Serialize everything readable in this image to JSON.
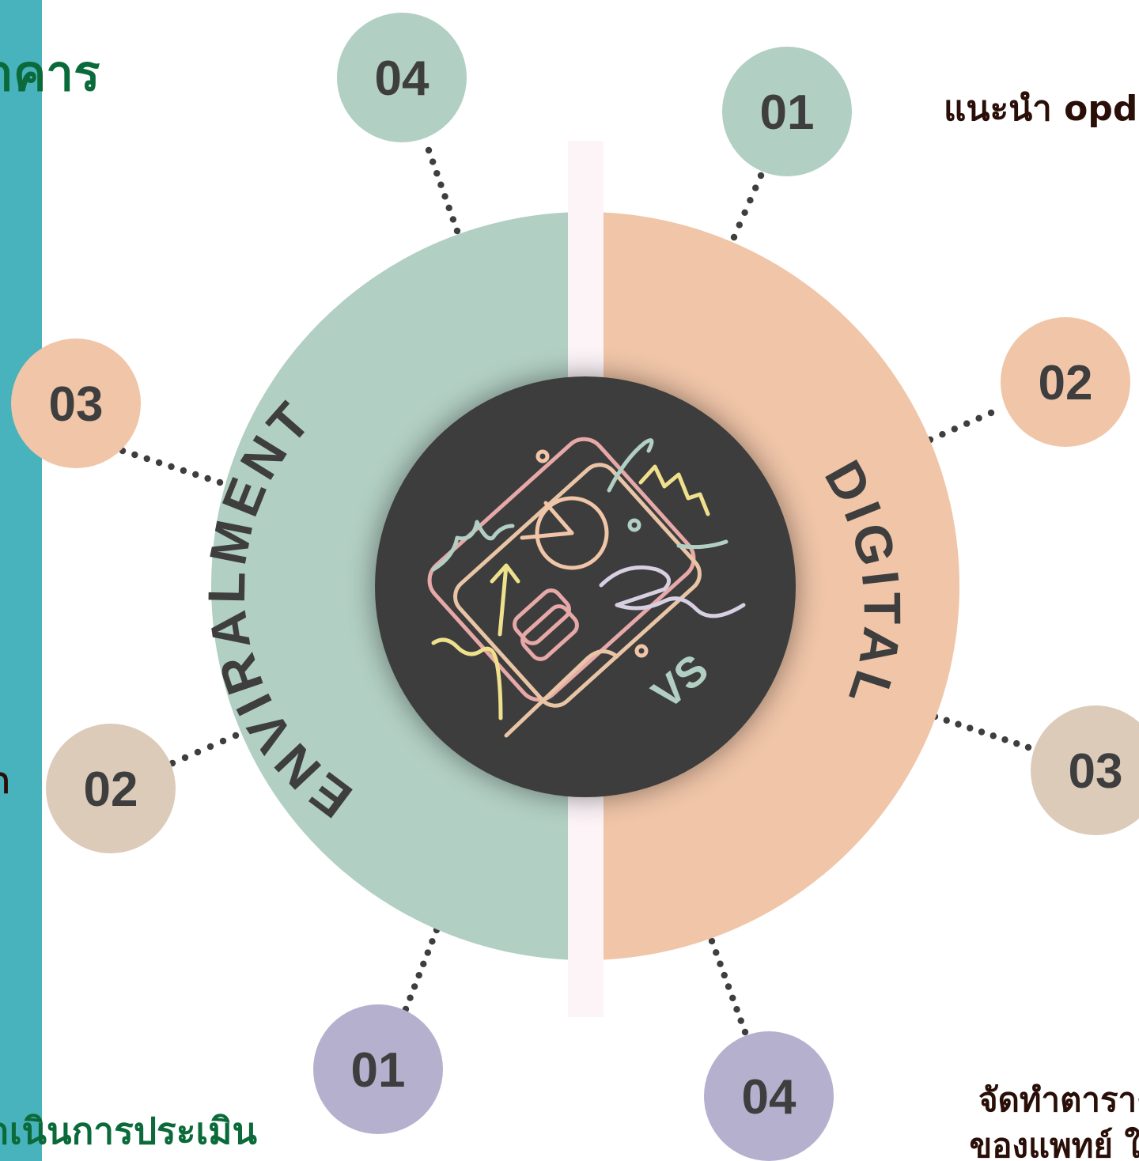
{
  "colors": {
    "left_bar": "#48b3bd",
    "left_ring": "#b2cfc4",
    "right_ring": "#f0c5a8",
    "center_disc": "#3e3e3e",
    "divider": "#fdf4f8",
    "heading_green": "#0b6a3a",
    "dark_text": "#2a0e08",
    "number_text": "#3e3e3e",
    "dots": "#3e3e3e",
    "vs_text": "#b2cfc4"
  },
  "texts": {
    "heading_top_left": "าคาร",
    "heading_bottom_left": "ำเนินการประเมิน",
    "note_top_right": "แนะนำ opd",
    "note_bottom_right_line1": "จัดทำตารางก",
    "note_bottom_right_line2": "ของแพทย์ ให้ผู้",
    "left_clipped_char": "ก"
  },
  "diagram": {
    "left_label": "ENVIRALMENT",
    "right_label": "DIGITAL",
    "center_label": "VS",
    "illustration_icon": "business-report-doodle-icon",
    "left_nodes": [
      {
        "id": "left-01",
        "label": "01",
        "color": "#b6b0cf"
      },
      {
        "id": "left-02",
        "label": "02",
        "color": "#dccbb8"
      },
      {
        "id": "left-03",
        "label": "03",
        "color": "#f0c5a8"
      },
      {
        "id": "left-04",
        "label": "04",
        "color": "#b2cfc4"
      }
    ],
    "right_nodes": [
      {
        "id": "right-01",
        "label": "01",
        "color": "#b2cfc4"
      },
      {
        "id": "right-02",
        "label": "02",
        "color": "#f0c5a8"
      },
      {
        "id": "right-03",
        "label": "03",
        "color": "#dccbb8"
      },
      {
        "id": "right-04",
        "label": "04",
        "color": "#b6b0cf"
      }
    ]
  }
}
